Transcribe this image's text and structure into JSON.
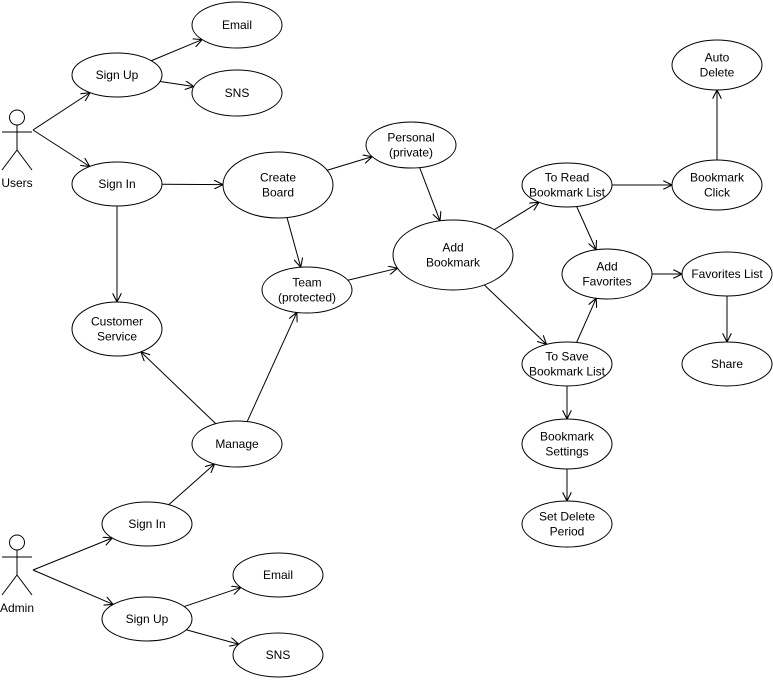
{
  "actors": {
    "users": {
      "label": "Users"
    },
    "admin": {
      "label": "Admin"
    }
  },
  "nodes": {
    "u_signup": [
      "Sign Up"
    ],
    "u_email": [
      "Email"
    ],
    "u_sns": [
      "SNS"
    ],
    "u_signin": [
      "Sign In"
    ],
    "create_board": [
      "Create",
      "Board"
    ],
    "personal": [
      "Personal",
      "(private)"
    ],
    "team": [
      "Team",
      "(protected)"
    ],
    "add_bookmark": [
      "Add",
      "Bookmark"
    ],
    "customer_service": [
      "Customer",
      "Service"
    ],
    "manage": [
      "Manage"
    ],
    "to_read": [
      "To Read",
      "Bookmark List"
    ],
    "bookmark_click": [
      "Bookmark",
      "Click"
    ],
    "auto_delete": [
      "Auto",
      "Delete"
    ],
    "add_favorites": [
      "Add",
      "Favorites"
    ],
    "favorites_list": [
      "Favorites List"
    ],
    "share": [
      "Share"
    ],
    "to_save": [
      "To Save",
      "Bookmark List"
    ],
    "bookmark_settings": [
      "Bookmark",
      "Settings"
    ],
    "set_delete_period": [
      "Set Delete",
      "Period"
    ],
    "a_signin": [
      "Sign In"
    ],
    "a_signup": [
      "Sign Up"
    ],
    "a_email": [
      "Email"
    ],
    "a_sns": [
      "SNS"
    ]
  },
  "edges": [
    [
      "users",
      "u_signup"
    ],
    [
      "users",
      "u_signin"
    ],
    [
      "u_signup",
      "u_email"
    ],
    [
      "u_signup",
      "u_sns"
    ],
    [
      "u_signin",
      "create_board"
    ],
    [
      "u_signin",
      "customer_service"
    ],
    [
      "create_board",
      "personal"
    ],
    [
      "create_board",
      "team"
    ],
    [
      "personal",
      "add_bookmark"
    ],
    [
      "team",
      "add_bookmark"
    ],
    [
      "add_bookmark",
      "to_read"
    ],
    [
      "add_bookmark",
      "to_save"
    ],
    [
      "to_read",
      "bookmark_click"
    ],
    [
      "to_read",
      "add_favorites"
    ],
    [
      "bookmark_click",
      "auto_delete"
    ],
    [
      "to_save",
      "add_favorites"
    ],
    [
      "to_save",
      "bookmark_settings"
    ],
    [
      "bookmark_settings",
      "set_delete_period"
    ],
    [
      "add_favorites",
      "favorites_list"
    ],
    [
      "favorites_list",
      "share"
    ],
    [
      "admin",
      "a_signin"
    ],
    [
      "admin",
      "a_signup"
    ],
    [
      "a_signin",
      "manage"
    ],
    [
      "a_signup",
      "a_email"
    ],
    [
      "a_signup",
      "a_sns"
    ],
    [
      "manage",
      "customer_service"
    ],
    [
      "manage",
      "team"
    ]
  ]
}
